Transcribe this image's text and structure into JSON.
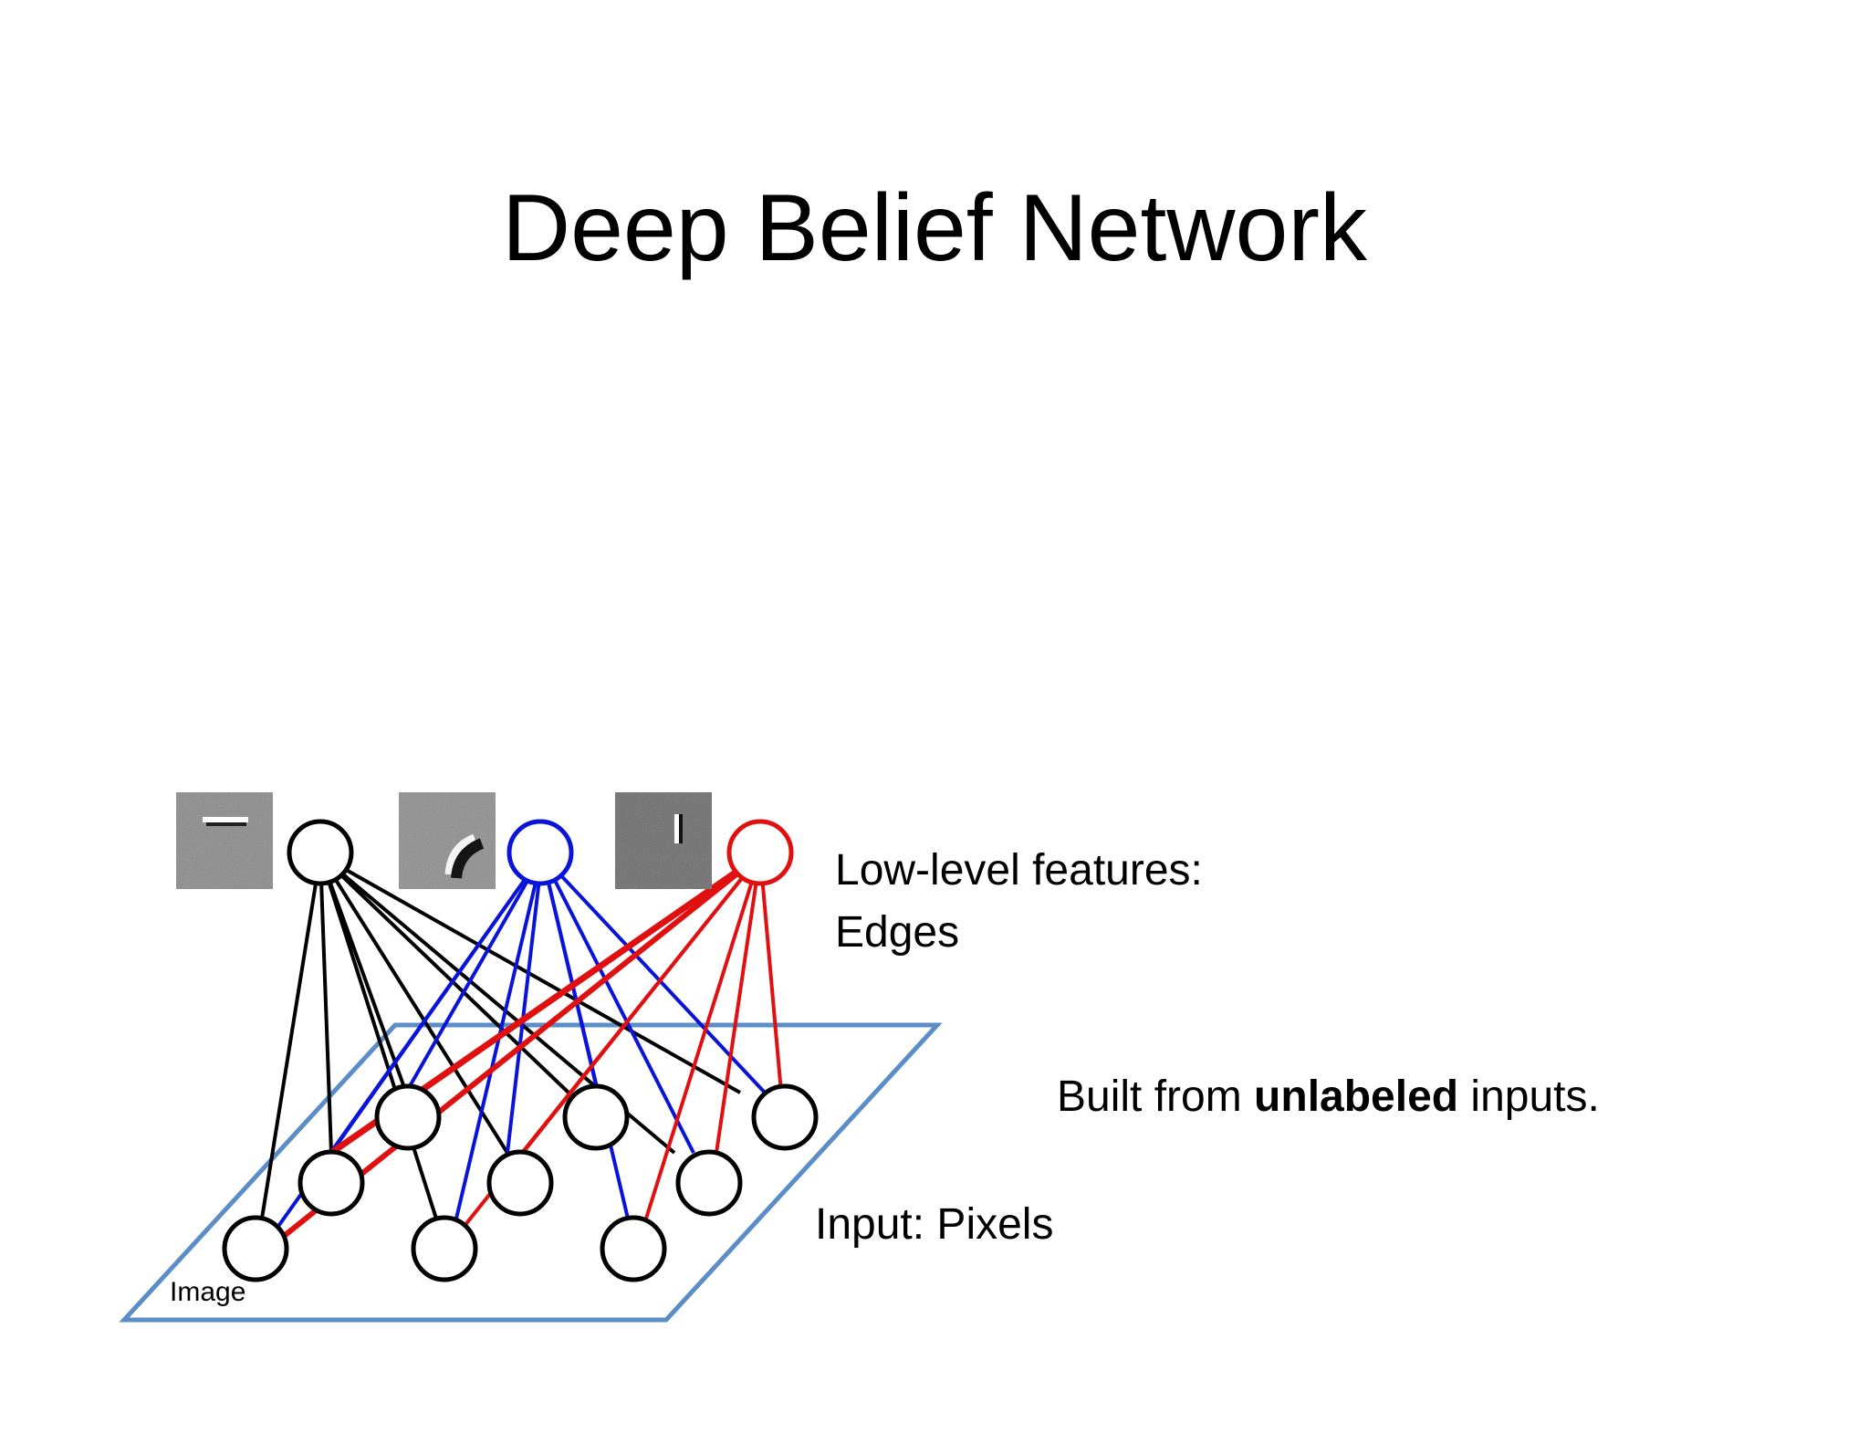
{
  "title": "Deep Belief Network",
  "labels": {
    "low_level_line1": "Low-level features:",
    "low_level_line2": "Edges",
    "built_from_prefix": "Built from ",
    "built_from_bold": "unlabeled",
    "built_from_suffix": " inputs.",
    "input": "Input: Pixels",
    "image": "Image"
  },
  "colors": {
    "black_unit": "#000000",
    "blue_unit": "#0a14d8",
    "red_unit": "#e01010",
    "plane_border": "#5b8ec6",
    "patch_fill": "#8a8a8a"
  },
  "icons": {
    "feature_patch_1": "horizontal-edge-filter",
    "feature_patch_2": "curved-edge-filter",
    "feature_patch_3": "vertical-edge-filter"
  }
}
